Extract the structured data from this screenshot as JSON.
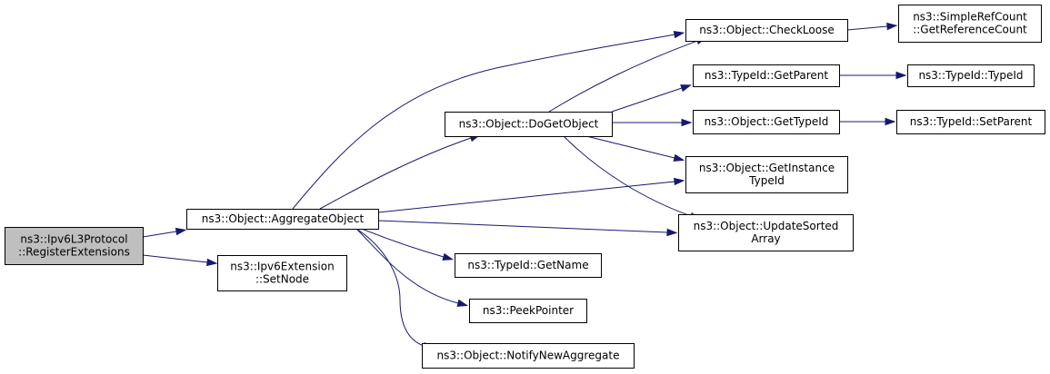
{
  "graph": {
    "nodes": [
      {
        "id": "register",
        "lines": [
          "ns3::Ipv6L3Protocol",
          "::RegisterExtensions"
        ],
        "root": true
      },
      {
        "id": "aggregate",
        "lines": [
          "ns3::Object::AggregateObject"
        ]
      },
      {
        "id": "setnode",
        "lines": [
          "ns3::Ipv6Extension",
          "::SetNode"
        ]
      },
      {
        "id": "dogetobject",
        "lines": [
          "ns3::Object::DoGetObject"
        ]
      },
      {
        "id": "checkloose",
        "lines": [
          "ns3::Object::CheckLoose"
        ]
      },
      {
        "id": "getrefcount",
        "lines": [
          "ns3::SimpleRefCount",
          "::GetReferenceCount"
        ]
      },
      {
        "id": "getparent",
        "lines": [
          "ns3::TypeId::GetParent"
        ]
      },
      {
        "id": "typeid",
        "lines": [
          "ns3::TypeId::TypeId"
        ]
      },
      {
        "id": "gettypeid",
        "lines": [
          "ns3::Object::GetTypeId"
        ]
      },
      {
        "id": "setparent",
        "lines": [
          "ns3::TypeId::SetParent"
        ]
      },
      {
        "id": "getinstance",
        "lines": [
          "ns3::Object::GetInstance",
          "TypeId"
        ]
      },
      {
        "id": "updatesorted",
        "lines": [
          "ns3::Object::UpdateSorted",
          "Array"
        ]
      },
      {
        "id": "getname",
        "lines": [
          "ns3::TypeId::GetName"
        ]
      },
      {
        "id": "peekpointer",
        "lines": [
          "ns3::PeekPointer"
        ]
      },
      {
        "id": "notifynew",
        "lines": [
          "ns3::Object::NotifyNewAggregate"
        ]
      }
    ],
    "edges": [
      {
        "from": "register",
        "to": "aggregate"
      },
      {
        "from": "register",
        "to": "setnode"
      },
      {
        "from": "aggregate",
        "to": "checkloose"
      },
      {
        "from": "aggregate",
        "to": "dogetobject"
      },
      {
        "from": "aggregate",
        "to": "getinstance"
      },
      {
        "from": "aggregate",
        "to": "updatesorted"
      },
      {
        "from": "aggregate",
        "to": "getname"
      },
      {
        "from": "aggregate",
        "to": "peekpointer"
      },
      {
        "from": "aggregate",
        "to": "notifynew"
      },
      {
        "from": "dogetobject",
        "to": "checkloose"
      },
      {
        "from": "dogetobject",
        "to": "getparent"
      },
      {
        "from": "dogetobject",
        "to": "gettypeid"
      },
      {
        "from": "dogetobject",
        "to": "getinstance"
      },
      {
        "from": "dogetobject",
        "to": "updatesorted"
      },
      {
        "from": "checkloose",
        "to": "getrefcount"
      },
      {
        "from": "getparent",
        "to": "typeid"
      },
      {
        "from": "gettypeid",
        "to": "setparent"
      }
    ]
  }
}
